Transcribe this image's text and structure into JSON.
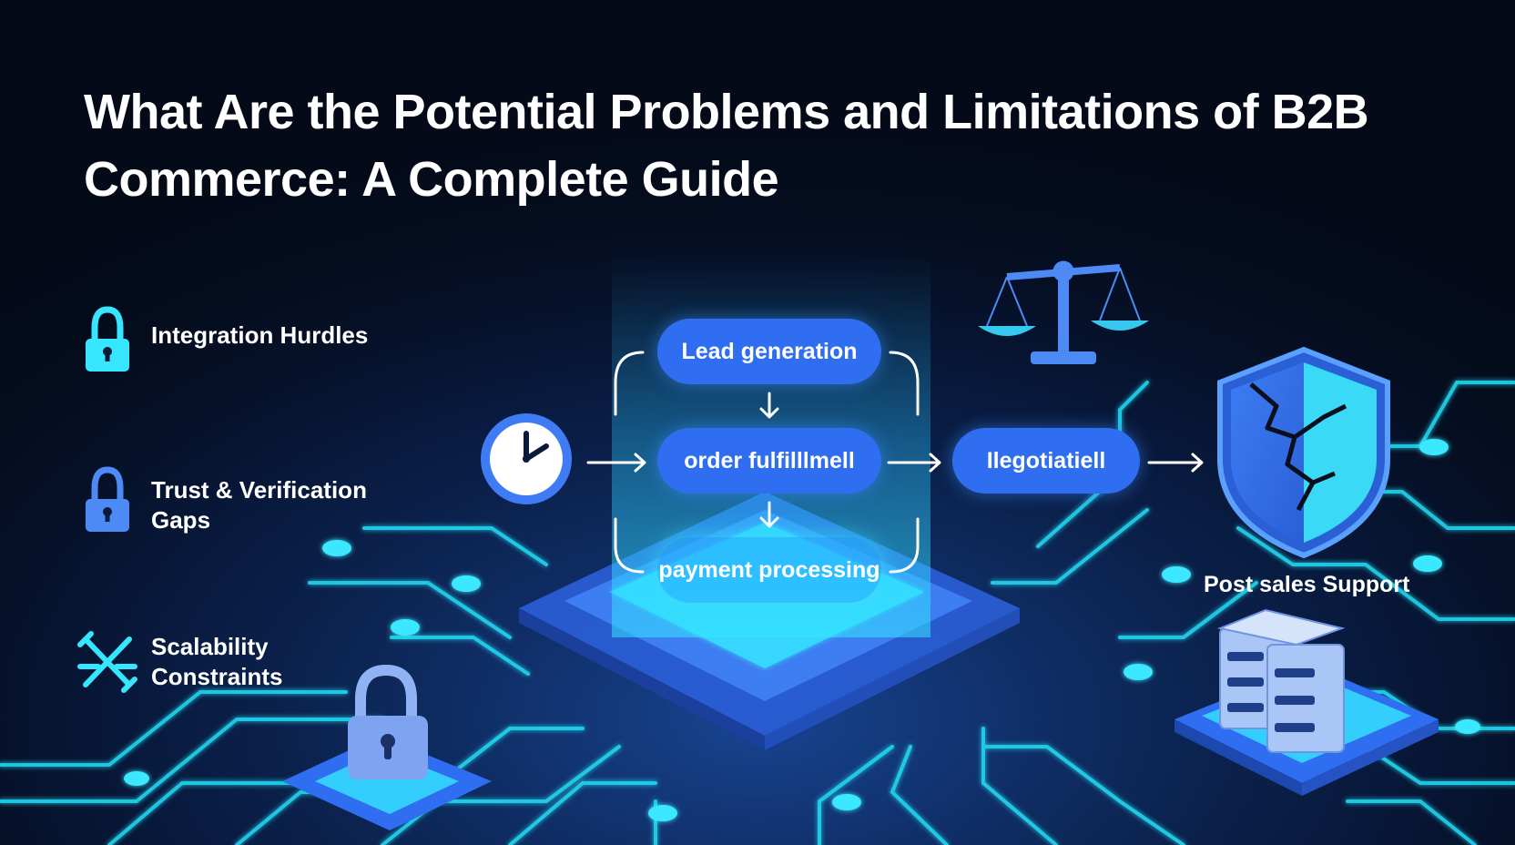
{
  "title": {
    "line1": "What Are the Potential Problems and Limitations of B2B",
    "line2": "Commerce: A Complete Guide"
  },
  "issues": [
    {
      "label_lines": [
        "Integration Hurdles"
      ],
      "icon": "padlock-icon"
    },
    {
      "label_lines": [
        "Trust & Verification",
        "Gaps"
      ],
      "icon": "padlock-icon"
    },
    {
      "label_lines": [
        "Scalability",
        "Constraints"
      ],
      "icon": "broken-tool-icon"
    }
  ],
  "flow": {
    "step1": "Lead generation",
    "step2": "order fulfilllmell",
    "step3": "payment processing",
    "side_step": "Ilegotiatiell",
    "end_label": "Post sales Support"
  },
  "icons": {
    "start": "clock-icon",
    "top": "scales-icon",
    "end": "cracked-shield-icon",
    "bottom_right": "server-stack-icon",
    "bottom_left": "padlock-icon"
  },
  "colors": {
    "background": "#040a18",
    "circuit": "#22d9f2",
    "accent_blue": "#2f6ef0",
    "glow_cyan": "#3be8ff"
  }
}
